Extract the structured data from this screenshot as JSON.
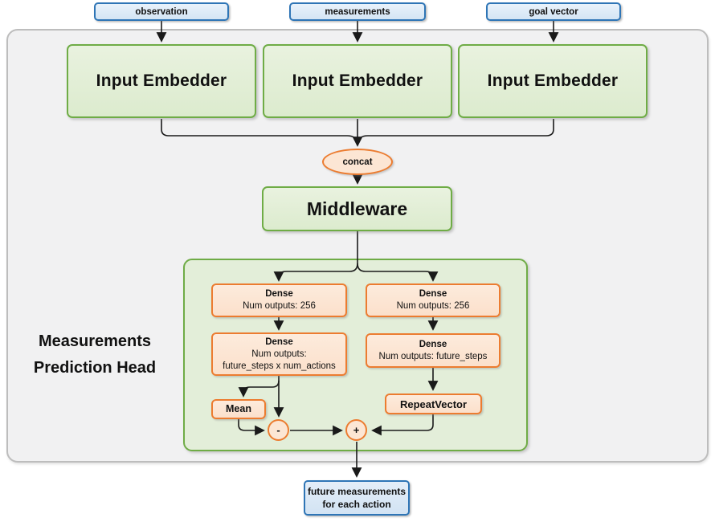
{
  "diagram": {
    "inputs": [
      {
        "label": "observation"
      },
      {
        "label": "measurements"
      },
      {
        "label": "goal vector"
      }
    ],
    "embedders": [
      {
        "label": "Input Embedder"
      },
      {
        "label": "Input Embedder"
      },
      {
        "label": "Input Embedder"
      }
    ],
    "concat_label": "concat",
    "middleware_label": "Middleware",
    "head": {
      "title_line1": "Measurements",
      "title_line2": "Prediction Head",
      "dense_left_1": {
        "line1": "Dense",
        "line2": "Num outputs: 256"
      },
      "dense_right_1": {
        "line1": "Dense",
        "line2": "Num outputs: 256"
      },
      "dense_left_2": {
        "line1": "Dense",
        "line2": "Num outputs:",
        "line3": "future_steps x num_actions"
      },
      "dense_right_2": {
        "line1": "Dense",
        "line2": "Num outputs: future_steps"
      },
      "mean_label": "Mean",
      "repeat_vector_label": "RepeatVector",
      "minus_label": "-",
      "plus_label": "+"
    },
    "output": {
      "line1": "future measurements",
      "line2": "for each action"
    },
    "colors": {
      "green_border": "#70AD47",
      "green_fill": "#E2EFDA",
      "orange_border": "#ED7D31",
      "orange_fill": "#FCE5D5",
      "blue_border": "#2E75B6",
      "blue_fill": "#DCE9F7",
      "panel_fill": "#F1F1F2",
      "panel_border": "#BDBDBD",
      "line": "#1A1A1A"
    }
  }
}
